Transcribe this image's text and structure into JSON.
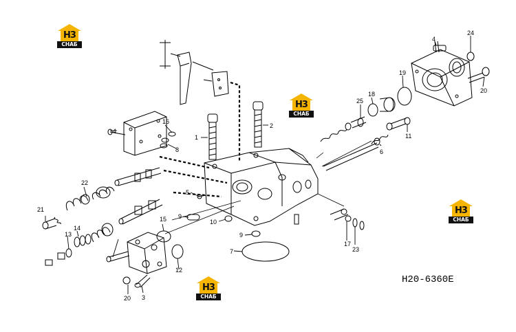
{
  "logo": {
    "mark": "H3",
    "band": "СНАБ"
  },
  "reference_code": "H20-6360E",
  "callouts": [
    "1",
    "2",
    "3",
    "4",
    "4",
    "5",
    "6",
    "7",
    "8",
    "9",
    "9",
    "10",
    "11",
    "12",
    "13",
    "14",
    "15",
    "16",
    "17",
    "18",
    "19",
    "20",
    "20",
    "21",
    "22",
    "23",
    "24",
    "25"
  ],
  "colors": {
    "logo_yellow": "#f5b400",
    "logo_dark": "#111111",
    "line": "#000000"
  }
}
